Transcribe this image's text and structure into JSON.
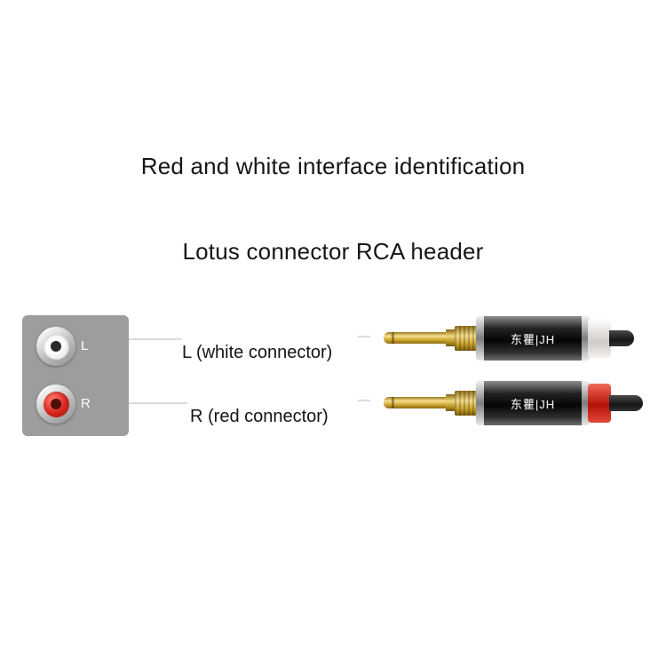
{
  "titles": {
    "main": "Red and white interface identification",
    "sub": "Lotus connector RCA header"
  },
  "jack_panel": {
    "jacks": [
      {
        "label": "L",
        "color": "#ffffff"
      },
      {
        "label": "R",
        "color": "#d8281e"
      }
    ]
  },
  "annotations": [
    {
      "label": "L (white connector)"
    },
    {
      "label": "R (red connector)"
    }
  ],
  "plugs": [
    {
      "brand": "东瞿|JH",
      "ring_color": "#f4f1ec",
      "channel_hint": "white"
    },
    {
      "brand": "东瞿|JH",
      "ring_color": "#d8281e",
      "channel_hint": "red"
    }
  ],
  "colors": {
    "background": "#ffffff",
    "panel": "#9d9d9d",
    "gold": "#d7b23c",
    "barrel": "#141414",
    "annotation_line": "#dcdcdc",
    "text": "#161616"
  }
}
